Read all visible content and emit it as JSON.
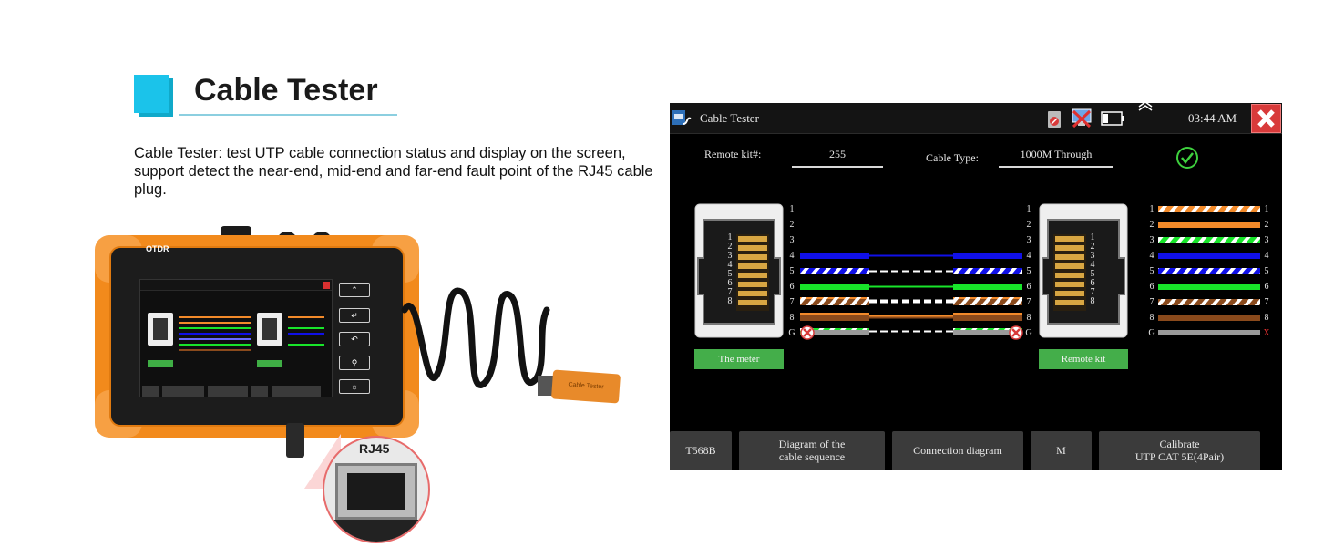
{
  "header": {
    "title": "Cable Tester",
    "description": "Cable Tester: test UTP cable connection status and display on the screen, support detect the near-end, mid-end and far-end fault point of the RJ45 cable plug."
  },
  "device": {
    "brand_label": "OTDR",
    "tester_label": "Cable Tester",
    "jack_label": "RJ45"
  },
  "screen": {
    "window_title": "Cable Tester",
    "clock": "03:44 AM",
    "remote_kit_label": "Remote kit#:",
    "remote_kit_value": "255",
    "cable_type_label": "Cable Type:",
    "cable_type_value": "1000M Through",
    "pins": [
      "1",
      "2",
      "3",
      "4",
      "5",
      "6",
      "7",
      "8"
    ],
    "wire_labels": [
      "1",
      "2",
      "3",
      "4",
      "5",
      "6",
      "7",
      "8",
      "G"
    ],
    "meter_button": "The meter",
    "remote_button": "Remote kit",
    "fail_mark": "X",
    "tabs": {
      "standard": "T568B",
      "diagram_line1": "Diagram of the",
      "diagram_line2": "cable sequence",
      "connection": "Connection diagram",
      "mode": "M",
      "calibrate_line1": "Calibrate",
      "calibrate_line2": "UTP CAT 5E(4Pair)"
    },
    "colors": {
      "orange": "#f28a2a",
      "green": "#18e52a",
      "blue": "#1010e8",
      "brown": "#8a4a1c",
      "gray": "#9a9a9a",
      "button_green": "#44ae4a",
      "close_red": "#d83a3a"
    }
  }
}
